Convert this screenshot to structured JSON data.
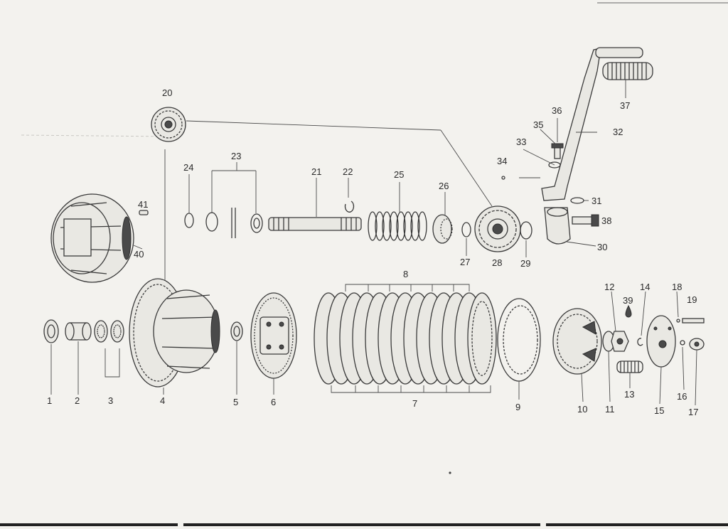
{
  "parts": [
    {
      "id": "1",
      "label": "1"
    },
    {
      "id": "2",
      "label": "2"
    },
    {
      "id": "3",
      "label": "3"
    },
    {
      "id": "4",
      "label": "4"
    },
    {
      "id": "5",
      "label": "5"
    },
    {
      "id": "6",
      "label": "6"
    },
    {
      "id": "7",
      "label": "7"
    },
    {
      "id": "8",
      "label": "8"
    },
    {
      "id": "9",
      "label": "9"
    },
    {
      "id": "10",
      "label": "10"
    },
    {
      "id": "11",
      "label": "11"
    },
    {
      "id": "12",
      "label": "12"
    },
    {
      "id": "13",
      "label": "13"
    },
    {
      "id": "14",
      "label": "14"
    },
    {
      "id": "15",
      "label": "15"
    },
    {
      "id": "16",
      "label": "16"
    },
    {
      "id": "17",
      "label": "17"
    },
    {
      "id": "18",
      "label": "18"
    },
    {
      "id": "19",
      "label": "19"
    },
    {
      "id": "20",
      "label": "20"
    },
    {
      "id": "21",
      "label": "21"
    },
    {
      "id": "22",
      "label": "22"
    },
    {
      "id": "23",
      "label": "23"
    },
    {
      "id": "24",
      "label": "24"
    },
    {
      "id": "25",
      "label": "25"
    },
    {
      "id": "26",
      "label": "26"
    },
    {
      "id": "27",
      "label": "27"
    },
    {
      "id": "28",
      "label": "28"
    },
    {
      "id": "29",
      "label": "29"
    },
    {
      "id": "30",
      "label": "30"
    },
    {
      "id": "31",
      "label": "31"
    },
    {
      "id": "32",
      "label": "32"
    },
    {
      "id": "33",
      "label": "33"
    },
    {
      "id": "34",
      "label": "34"
    },
    {
      "id": "35",
      "label": "35"
    },
    {
      "id": "36",
      "label": "36"
    },
    {
      "id": "37",
      "label": "37"
    },
    {
      "id": "38",
      "label": "38"
    },
    {
      "id": "39",
      "label": "39"
    },
    {
      "id": "40",
      "label": "40"
    },
    {
      "id": "41",
      "label": "41"
    }
  ],
  "colors": {
    "paper": "#f3f2ee",
    "ink": "#3a3a3a"
  }
}
